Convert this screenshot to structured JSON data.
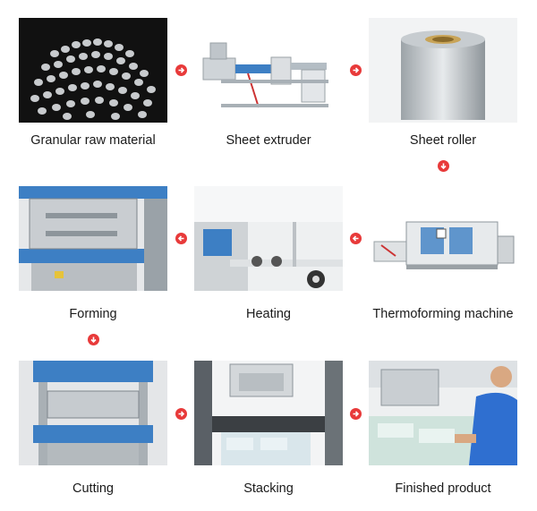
{
  "steps": [
    {
      "label": "Granular raw material",
      "image": "plastic-pellets-photo"
    },
    {
      "label": "Sheet extruder",
      "image": "sheet-extruder-photo"
    },
    {
      "label": "Sheet roller",
      "image": "sheet-roll-photo"
    },
    {
      "label": "Forming",
      "image": "forming-press-photo"
    },
    {
      "label": "Heating",
      "image": "heating-unit-photo"
    },
    {
      "label": "Thermoforming machine",
      "image": "thermoforming-machine-photo"
    },
    {
      "label": "Cutting",
      "image": "cutting-press-photo"
    },
    {
      "label": "Stacking",
      "image": "stacking-unit-photo"
    },
    {
      "label": "Finished product",
      "image": "finished-product-photo"
    }
  ],
  "arrows": [
    "arrow-right-icon",
    "arrow-right-icon",
    "arrow-down-icon",
    "arrow-left-icon",
    "arrow-left-icon",
    "arrow-down-icon",
    "arrow-right-icon",
    "arrow-right-icon"
  ],
  "colors": {
    "arrow": "#e83a3a",
    "machine_blue": "#3d7fc4",
    "background": "#ffffff"
  }
}
